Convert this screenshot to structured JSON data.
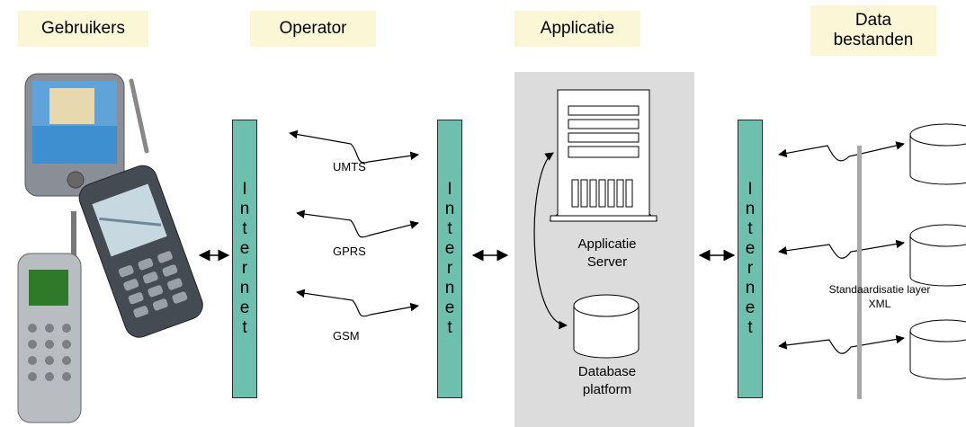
{
  "headers": {
    "users": "Gebruikers",
    "operator": "Operator",
    "application": "Applicatie",
    "data_line1": "Data",
    "data_line2": "bestanden"
  },
  "internet": [
    "I",
    "n",
    "t",
    "e",
    "r",
    "n",
    "e",
    "t"
  ],
  "networks": {
    "umts": "UMTS",
    "gprs": "GPRS",
    "gsm": "GSM"
  },
  "application": {
    "server_line1": "Applicatie",
    "server_line2": "Server",
    "db_line1": "Database",
    "db_line2": "platform"
  },
  "standardisation": {
    "line1": "Standaardisatie layer",
    "line2": "XML"
  },
  "colors": {
    "header_bg": "#fbf6d6",
    "internet_bar": "#6fbfaf",
    "application_bg": "#dcdcdc"
  },
  "icons": [
    "pda-device-icon",
    "mobile-phone-icon",
    "nokia-phone-icon",
    "server-tower-icon",
    "database-cylinder-icon"
  ]
}
